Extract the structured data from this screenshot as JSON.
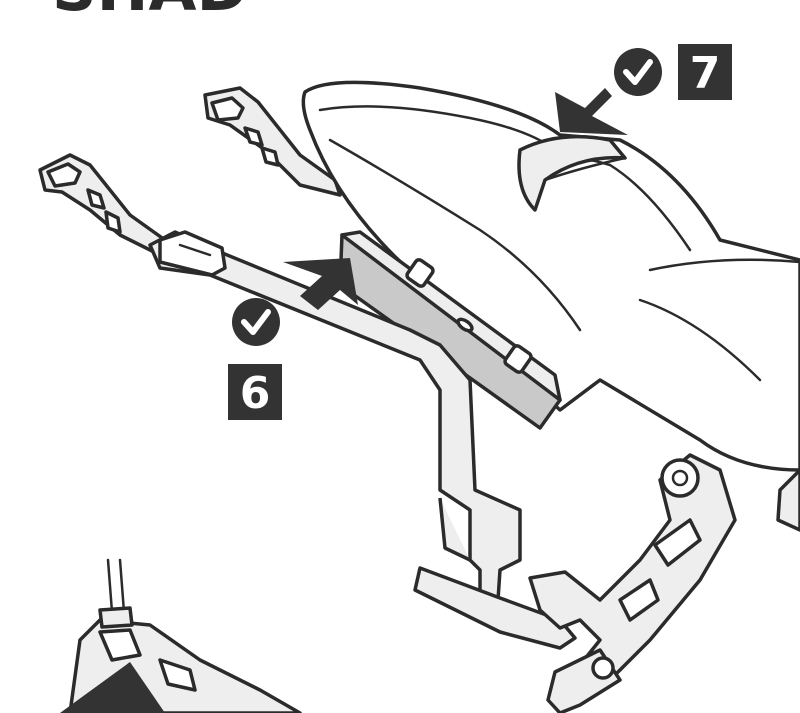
{
  "header": {
    "brand_fragment": "SHAD"
  },
  "steps": [
    {
      "number": "7",
      "status": "check"
    },
    {
      "number": "6",
      "status": "check"
    }
  ],
  "colors": {
    "badge": "#333333",
    "line": "#2b2b2b",
    "shade": "#c9c9c9"
  },
  "icons": [
    "check-icon",
    "push-arrow-icon"
  ]
}
